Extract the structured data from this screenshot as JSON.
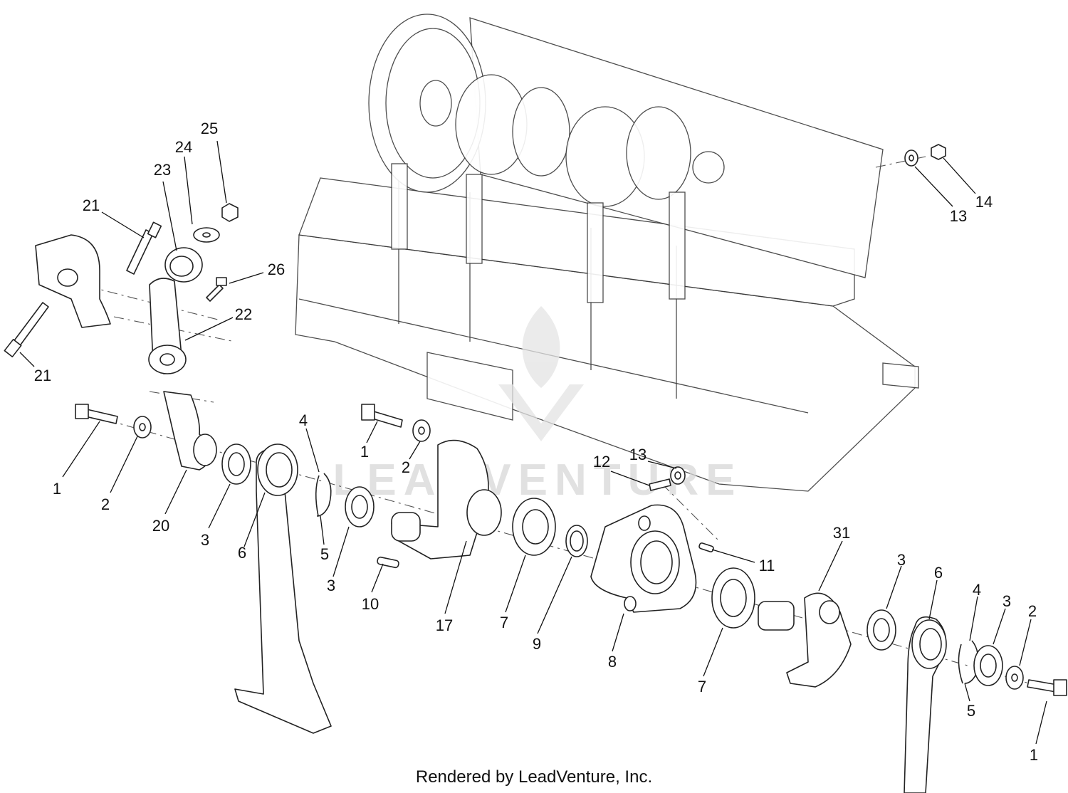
{
  "footer": {
    "rendered_by": "Rendered by LeadVenture, Inc."
  },
  "watermark": {
    "text": "LEADVENTURE"
  },
  "callouts": [
    {
      "label": "25"
    },
    {
      "label": "24"
    },
    {
      "label": "23"
    },
    {
      "label": "21"
    },
    {
      "label": "26"
    },
    {
      "label": "22"
    },
    {
      "label": "21"
    },
    {
      "label": "14"
    },
    {
      "label": "13"
    },
    {
      "label": "1"
    },
    {
      "label": "2"
    },
    {
      "label": "20"
    },
    {
      "label": "3"
    },
    {
      "label": "6"
    },
    {
      "label": "4"
    },
    {
      "label": "5"
    },
    {
      "label": "3"
    },
    {
      "label": "1"
    },
    {
      "label": "2"
    },
    {
      "label": "10"
    },
    {
      "label": "17"
    },
    {
      "label": "7"
    },
    {
      "label": "9"
    },
    {
      "label": "12"
    },
    {
      "label": "13"
    },
    {
      "label": "11"
    },
    {
      "label": "8"
    },
    {
      "label": "7"
    },
    {
      "label": "31"
    },
    {
      "label": "3"
    },
    {
      "label": "6"
    },
    {
      "label": "4"
    },
    {
      "label": "3"
    },
    {
      "label": "2"
    },
    {
      "label": "5"
    },
    {
      "label": "1"
    }
  ]
}
